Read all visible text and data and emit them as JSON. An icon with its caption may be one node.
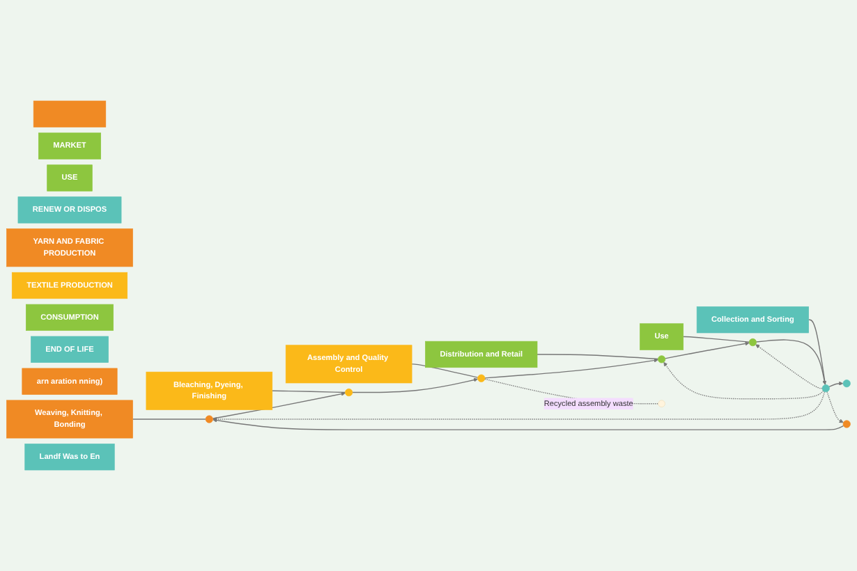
{
  "diagram": {
    "nodes": [
      {
        "text": [],
        "shape": "bar"
      },
      {
        "text": [
          "MARKET"
        ]
      },
      {
        "text": [
          "USE"
        ]
      },
      {
        "text": [
          "RENEW OR DISPOS"
        ]
      },
      {
        "text": [
          "YARN AND FABRIC PRODUCTION"
        ]
      },
      {
        "text": [
          "TEXTILE PRODUCTION"
        ]
      },
      {
        "text": [
          "CONSUMPTION"
        ]
      },
      {
        "text": [
          "END OF LIFE"
        ]
      },
      {
        "text": [
          "arn aration nning)"
        ]
      },
      {
        "text": [
          "Weaving, Knitting, Bonding"
        ]
      },
      {
        "text": [
          "Bleaching, Dyeing, Finishing"
        ]
      },
      {
        "text": [
          "Assembly and Quality Control"
        ]
      },
      {
        "text": [
          "Distribution and Retail"
        ]
      },
      {
        "text": [
          "Use"
        ]
      },
      {
        "text": [
          "Collection and Sorting"
        ]
      },
      {
        "text": [
          "Landf Was to En"
        ]
      },
      {
        "text": [],
        "shape": "circle"
      },
      {
        "text": [],
        "shape": "circle"
      },
      {
        "text": [],
        "shape": "circle"
      },
      {
        "text": [],
        "shape": "circle"
      },
      {
        "text": [],
        "shape": "circle"
      },
      {
        "text": [],
        "shape": "circle"
      },
      {
        "text": [],
        "shape": "circle"
      },
      {
        "text": [],
        "shape": "circle"
      }
    ],
    "edges": [
      {
        "from": 9,
        "to": 17,
        "arrow": "none"
      },
      {
        "from": 10,
        "to": 18,
        "arrow": "none"
      },
      {
        "from": 11,
        "to": 19,
        "arrow": "none"
      },
      {
        "from": 12,
        "to": 20,
        "arrow": "none"
      },
      {
        "from": 13,
        "to": 21,
        "arrow": "none"
      },
      {
        "from": 14,
        "to": 22,
        "arrow": "none"
      },
      {
        "from": 16,
        "to": 17,
        "arrow": "to"
      },
      {
        "from": 17,
        "to": 18,
        "arrow": "to"
      },
      {
        "from": 18,
        "to": 19,
        "arrow": "to"
      },
      {
        "from": 19,
        "to": 20,
        "arrow": "to"
      },
      {
        "from": 20,
        "to": 21,
        "arrow": "to"
      },
      {
        "from": 21,
        "to": 22,
        "arrow": "to"
      },
      {
        "from": 22,
        "to": 23,
        "arrow": "to"
      },
      {
        "from": 19,
        "to": null,
        "arrow": "none",
        "style": "dashed",
        "label": "Recycled assembly waste"
      },
      {
        "from": 22,
        "to": 21,
        "arrow": "to",
        "style": "dashed"
      },
      {
        "from": 22,
        "to": 20,
        "arrow": "to",
        "style": "dashed"
      },
      {
        "from": 22,
        "to": 17,
        "arrow": "to",
        "style": "dashed"
      },
      {
        "from": 22,
        "to": 16,
        "arrow": "to",
        "style": "dashed"
      }
    ]
  }
}
